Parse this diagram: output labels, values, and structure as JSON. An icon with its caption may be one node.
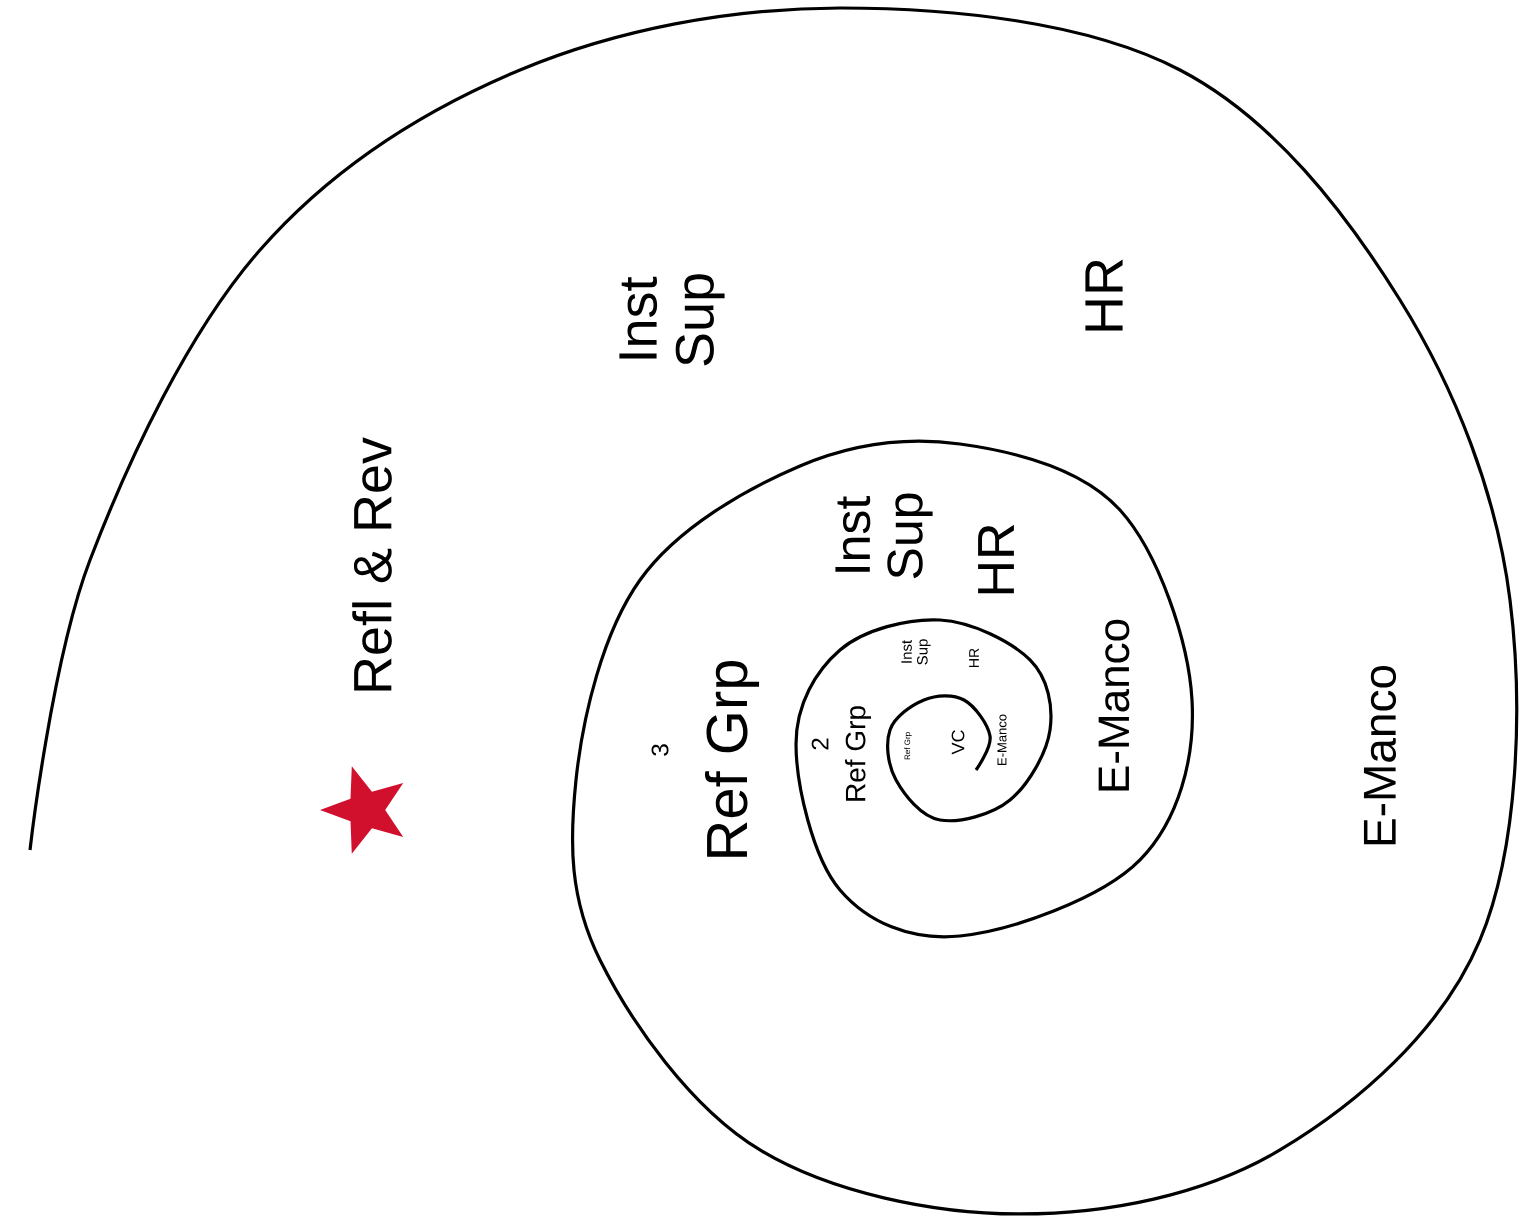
{
  "diagram": {
    "labels": [
      "Refl & Rev",
      "Inst Sup",
      "HR",
      "3",
      "Ref Grp",
      "Inst Sup",
      "HR",
      "2",
      "Ref Grp",
      "Inst Sup",
      "HR",
      "Ref Grp",
      "VC",
      "E-Manco",
      "E-Manco",
      "E-Manco"
    ]
  }
}
